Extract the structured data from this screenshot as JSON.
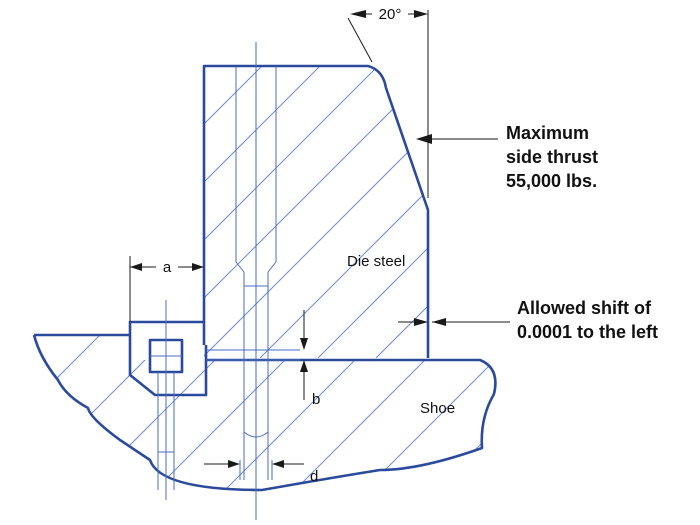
{
  "labels": {
    "angle": "20°",
    "thrust_line1": "Maximum",
    "thrust_line2": "side thrust",
    "thrust_line3": "55,000 lbs.",
    "die_steel": "Die steel",
    "shift_line1": "Allowed shift of",
    "shift_line2": "0.0001 to the left",
    "a": "a",
    "b": "b",
    "d": "d",
    "shoe": "Shoe"
  },
  "colors": {
    "outline": "#2c4a9c",
    "hatch": "#6d8bd6",
    "dimension": "#1a1a1a"
  }
}
